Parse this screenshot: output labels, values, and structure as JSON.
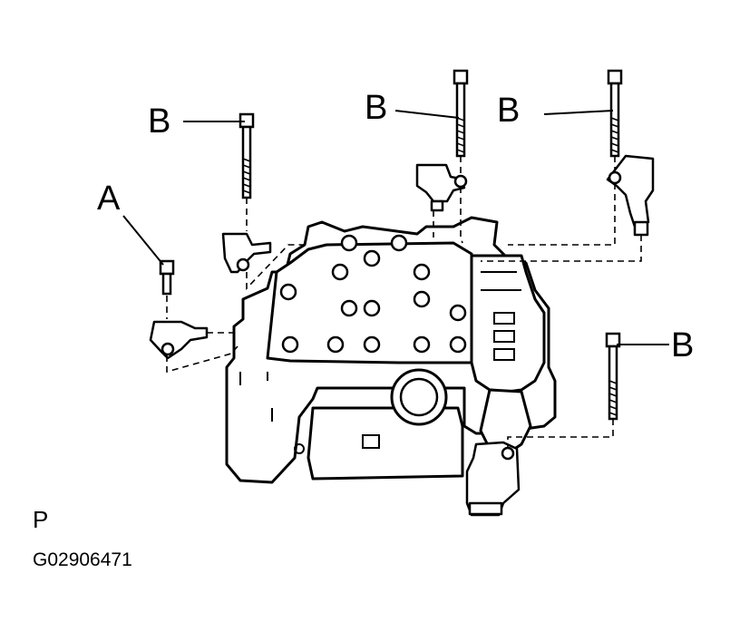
{
  "diagram": {
    "callouts": {
      "a": "A",
      "b1": "B",
      "b2": "B",
      "b3": "B",
      "b4": "B"
    },
    "view_label": "P",
    "figure_code": "G02906471"
  }
}
